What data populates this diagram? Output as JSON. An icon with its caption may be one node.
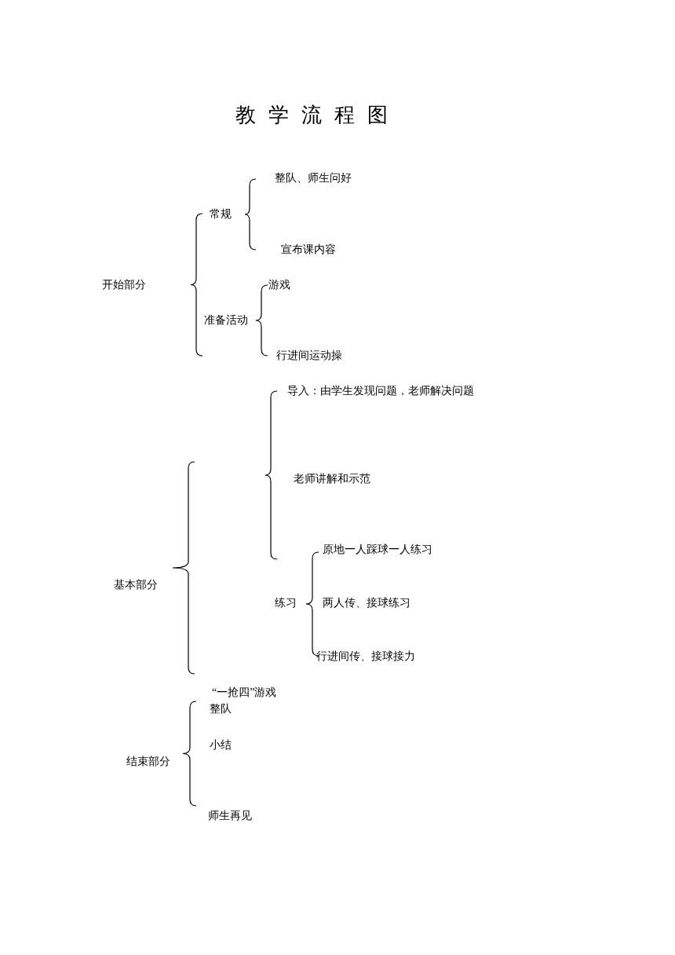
{
  "diagram": {
    "title": "教学流程图",
    "labels": [
      "整队、师生问好",
      "常规",
      "宣布课内容",
      "开始部分",
      "游戏",
      "准备活动",
      "行进间运动操",
      "导入：由学生发现问题，老师解决问题",
      "老师讲解和示范",
      "原地一人踩球一人练习",
      "基本部分",
      "练习",
      "两人传、接球练习",
      "行进间传、接球接力",
      "“一抢四”游戏",
      "整队",
      "小结",
      "结束部分",
      "师生再见"
    ]
  }
}
